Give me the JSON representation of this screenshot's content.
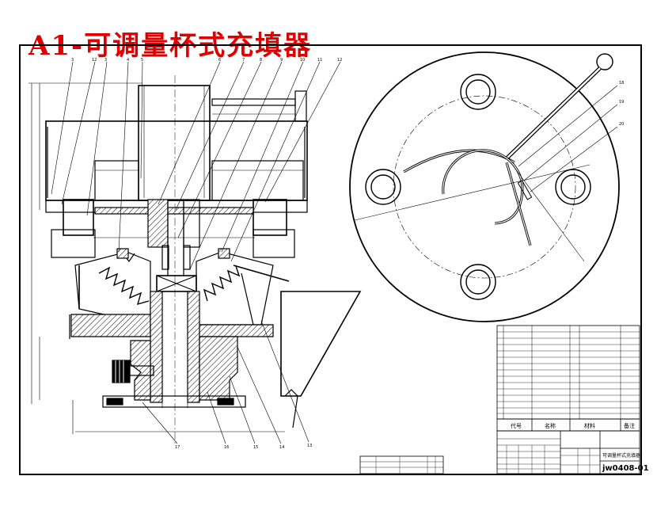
{
  "title": "A1-可调量杯式充填器",
  "balloons": {
    "top": [
      "3",
      "12",
      "3",
      "4",
      "5",
      "6",
      "7",
      "8",
      "9",
      "10",
      "11",
      "12"
    ],
    "bottom": [
      "17",
      "16",
      "15",
      "14",
      "13"
    ],
    "right": [
      "18",
      "19",
      "20"
    ]
  },
  "title_block": {
    "header_cells": [
      "代号",
      "名称",
      "材料",
      "备注"
    ],
    "drawing_name": "可调量杯式充填器",
    "drawing_code": "jw0408-01"
  }
}
